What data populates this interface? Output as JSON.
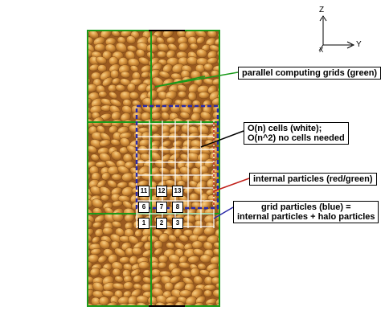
{
  "axes": {
    "z_label": "Z",
    "y_label": "Y",
    "x_label": "X"
  },
  "callouts": {
    "parallel_grids": "parallel computing grids (green)",
    "cells_line1": "O(n) cells (white);",
    "cells_line2": "O(n^2) no cells needed",
    "internal_particles": "internal particles (red/green)",
    "grid_particles_line1": "grid particles (blue) =",
    "grid_particles_line2": "internal particles + halo particles"
  },
  "cell_numbers": [
    "11",
    "12",
    "13",
    "6",
    "7",
    "8",
    "1",
    "2",
    "3"
  ],
  "colors": {
    "grid_green": "#1a9a1a",
    "halo_blue": "#2a2aa8",
    "cell_white": "#ffffff",
    "internal_red": "#c0201a",
    "particle_base": "#c98a3c",
    "leader_green": "#1a9a1a",
    "leader_black": "#000000",
    "leader_red": "#c0201a",
    "leader_blue": "#2a2aa8"
  }
}
